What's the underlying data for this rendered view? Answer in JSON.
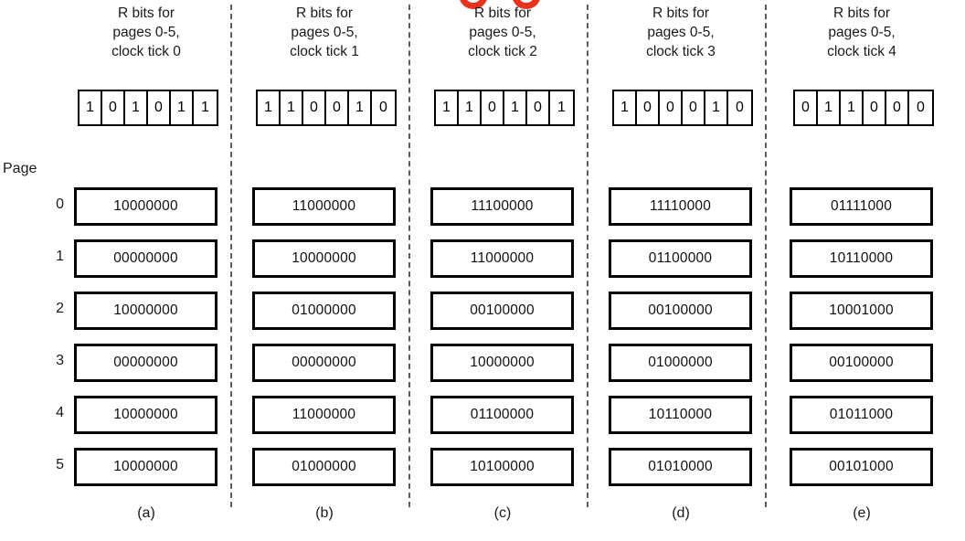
{
  "figure": {
    "page_label": "Page",
    "page_numbers": [
      "0",
      "1",
      "2",
      "3",
      "4",
      "5"
    ],
    "red_marks": [
      "red-arc-mark",
      "red-arc-mark"
    ],
    "columns": [
      {
        "caption": "(a)",
        "header_line1": "R bits for",
        "header_line2": "pages 0-5,",
        "header_line3": "clock tick 0",
        "r_bits": [
          "1",
          "0",
          "1",
          "0",
          "1",
          "1"
        ],
        "counters": [
          "10000000",
          "00000000",
          "10000000",
          "00000000",
          "10000000",
          "10000000"
        ]
      },
      {
        "caption": "(b)",
        "header_line1": "R bits for",
        "header_line2": "pages 0-5,",
        "header_line3": "clock tick 1",
        "r_bits": [
          "1",
          "1",
          "0",
          "0",
          "1",
          "0"
        ],
        "counters": [
          "11000000",
          "10000000",
          "01000000",
          "00000000",
          "11000000",
          "01000000"
        ]
      },
      {
        "caption": "(c)",
        "header_line1": "R bits for",
        "header_line2": "pages 0-5,",
        "header_line3": "clock tick 2",
        "r_bits": [
          "1",
          "1",
          "0",
          "1",
          "0",
          "1"
        ],
        "counters": [
          "11100000",
          "11000000",
          "00100000",
          "10000000",
          "01100000",
          "10100000"
        ]
      },
      {
        "caption": "(d)",
        "header_line1": "R bits for",
        "header_line2": "pages 0-5,",
        "header_line3": "clock tick 3",
        "r_bits": [
          "1",
          "0",
          "0",
          "0",
          "1",
          "0"
        ],
        "counters": [
          "11110000",
          "01100000",
          "00100000",
          "01000000",
          "10110000",
          "01010000"
        ]
      },
      {
        "caption": "(e)",
        "header_line1": "R bits for",
        "header_line2": "pages 0-5,",
        "header_line3": "clock tick 4",
        "r_bits": [
          "0",
          "1",
          "1",
          "0",
          "0",
          "0"
        ],
        "counters": [
          "01111000",
          "10110000",
          "10001000",
          "00100000",
          "01011000",
          "00101000"
        ]
      }
    ],
    "colors": {
      "ink": "#000000",
      "divider": "#5c5c5c",
      "accent_red": "#e8321e",
      "background": "#ffffff"
    }
  }
}
